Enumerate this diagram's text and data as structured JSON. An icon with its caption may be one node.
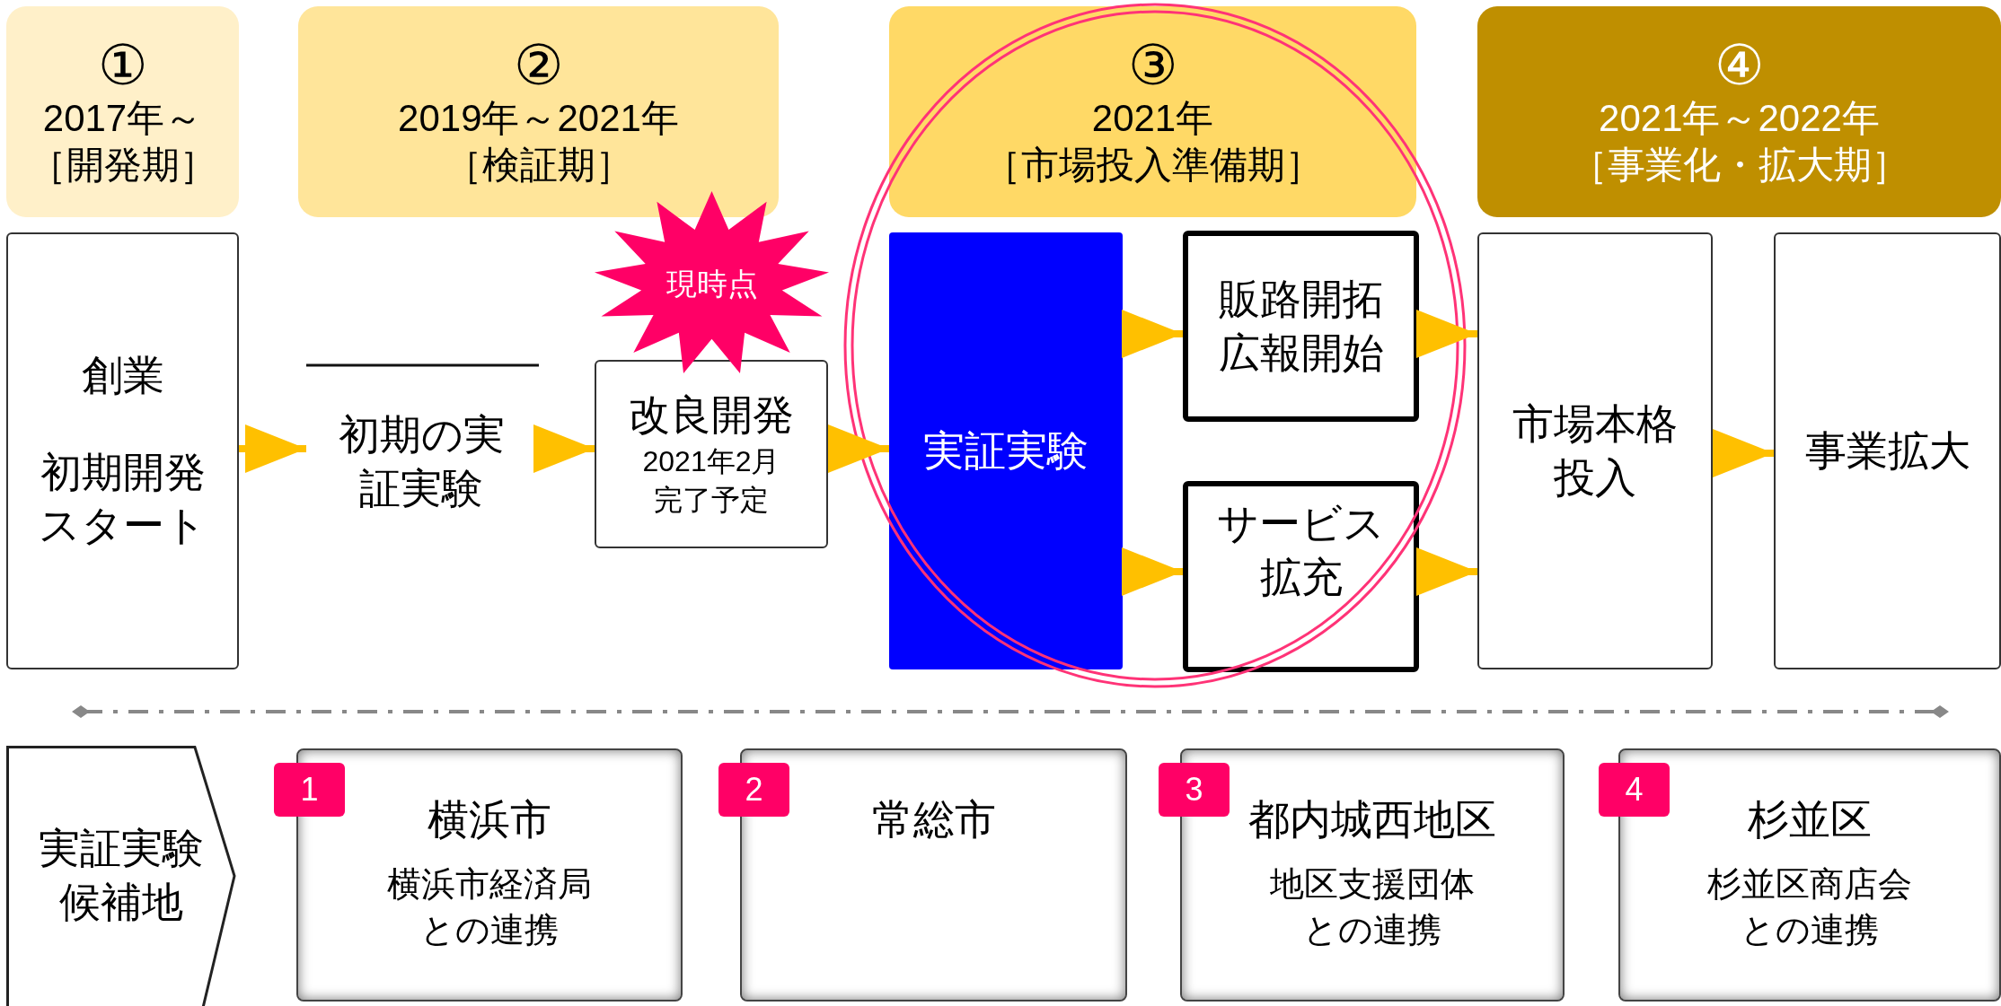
{
  "diagram": {
    "nodes": [
      {
        "text": [
          "①",
          "2017年～",
          "［開発期］"
        ]
      },
      {
        "text": [
          "②",
          "2019年～2021年",
          "［検証期］"
        ]
      },
      {
        "text": [
          "③",
          "2021年",
          "［市場投入準備期］"
        ]
      },
      {
        "text": [
          "④",
          "2021年～2022年",
          "［事業化・拡大期］"
        ]
      },
      {
        "text": [
          "創業",
          "初期開発スタート"
        ]
      },
      {
        "text": [
          "初期の実証実験"
        ]
      },
      {
        "text": [
          "改良開発",
          "2021年2月完了予定"
        ]
      },
      {
        "text": [
          "現時点"
        ]
      },
      {
        "text": [
          "実証実験"
        ]
      },
      {
        "text": [
          "販路開拓広報開始"
        ]
      },
      {
        "text": [
          "サービス拡充"
        ]
      },
      {
        "text": [
          "市場本格投入"
        ]
      },
      {
        "text": [
          "事業拡大"
        ]
      },
      {
        "text": [
          "実証実験候補地"
        ]
      },
      {
        "text": [
          "1"
        ]
      },
      {
        "text": [
          "横浜市",
          "横浜市経済局との連携"
        ]
      },
      {
        "text": [
          "2"
        ]
      },
      {
        "text": [
          "常総市"
        ]
      },
      {
        "text": [
          "3"
        ]
      },
      {
        "text": [
          "都内城西地区",
          "地区支援団体との連携"
        ]
      },
      {
        "text": [
          "4"
        ]
      },
      {
        "text": [
          "杉並区",
          "杉並区商店会との連携"
        ]
      }
    ],
    "edges": [
      {
        "from": 4,
        "to": 5,
        "arrow": "to"
      },
      {
        "from": 5,
        "to": 6,
        "arrow": "to"
      },
      {
        "from": 6,
        "to": 8,
        "arrow": "to"
      },
      {
        "from": 8,
        "to": 9,
        "arrow": "to"
      },
      {
        "from": 8,
        "to": 10,
        "arrow": "to"
      },
      {
        "from": 9,
        "to": 11,
        "arrow": "to"
      },
      {
        "from": 10,
        "to": 11,
        "arrow": "to"
      },
      {
        "from": 11,
        "to": 12,
        "arrow": "to"
      }
    ]
  }
}
